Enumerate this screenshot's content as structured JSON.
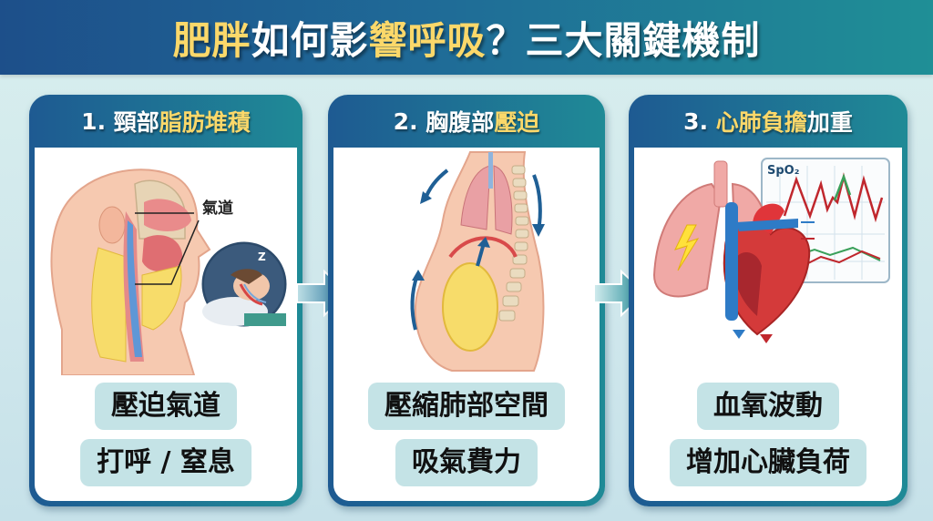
{
  "title": {
    "part1_highlight": "肥胖",
    "part2": "如何影",
    "part3_highlight": "響呼吸",
    "part4": "？三大關鍵機制"
  },
  "panels": [
    {
      "number": "1.",
      "heading_plain": "頸部",
      "heading_highlight": "脂肪堆積",
      "heading_tail": "",
      "illustration": "neck-airway-cross-section",
      "callout_label": "氣道",
      "points": [
        "壓迫氣道",
        "打呼 / 窒息"
      ]
    },
    {
      "number": "2.",
      "heading_plain": "胸腹部",
      "heading_highlight": "壓迫",
      "heading_tail": "",
      "illustration": "torso-abdominal-fat-lungs",
      "points": [
        "壓縮肺部空間",
        "吸氣費力"
      ]
    },
    {
      "number": "3.",
      "heading_plain": "",
      "heading_highlight": "心肺負擔",
      "heading_tail": "加重",
      "illustration": "heart-lungs-with-spo2-monitor",
      "monitor_label": "SpO₂",
      "points": [
        "血氧波動",
        "增加心臟負荷"
      ]
    }
  ],
  "colors": {
    "title_gradient_start": "#1d4f8a",
    "title_gradient_end": "#1f8f96",
    "highlight_yellow": "#fbd86a",
    "pill_bg": "#c4e3e6",
    "page_bg": "#d3ebed",
    "arrow": "#1f7a96"
  }
}
